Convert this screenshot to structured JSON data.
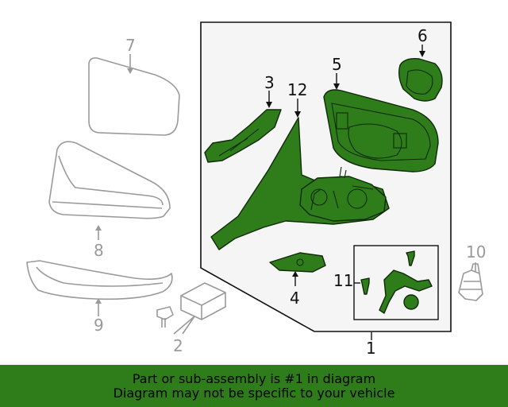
{
  "callouts": {
    "c1": "1",
    "c2": "2",
    "c3": "3",
    "c4": "4",
    "c5": "5",
    "c6": "6",
    "c7": "7",
    "c8": "8",
    "c9": "9",
    "c10": "10",
    "c11": "11",
    "c12": "12"
  },
  "banner": {
    "line1": "Part or sub-assembly is #1 in diagram",
    "line2": "Diagram may not be specific to your vehicle"
  },
  "colors": {
    "highlight": "#2e7d1a",
    "highlight_stroke": "#0f2a08",
    "grey_parts": "#9a9a9a",
    "panel_bg": "#f5f5f5"
  }
}
